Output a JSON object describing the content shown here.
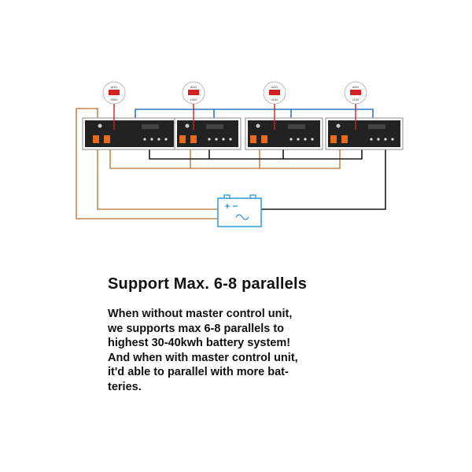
{
  "diagram": {
    "modules": [
      {
        "dip_caption": "ADD",
        "dip_code": "0000"
      },
      {
        "dip_caption": "ADD",
        "dip_code": "1000"
      },
      {
        "dip_caption": "ADD",
        "dip_code": "0100"
      },
      {
        "dip_caption": "ADD",
        "dip_code": "1100"
      }
    ],
    "icons": [
      "battery-module",
      "dip-switch-icon",
      "inverter-icon"
    ],
    "colors": {
      "positive_cable": "#c2884f",
      "negative_cable": "#1a1a1a",
      "comm_cable": "#2a78c8",
      "red_link": "#d42020",
      "terminal": "#e86a1e",
      "module_body": "#222222",
      "inverter": "#3aa0d8"
    }
  },
  "heading": "Support Max. 6-8 parallels",
  "description_lines": [
    "When without master control unit,",
    "we supports max 6-8 parallels to",
    "highest 30-40kwh battery system!",
    "And when with master control unit,",
    "it'd able to parallel with more bat-",
    "teries."
  ]
}
